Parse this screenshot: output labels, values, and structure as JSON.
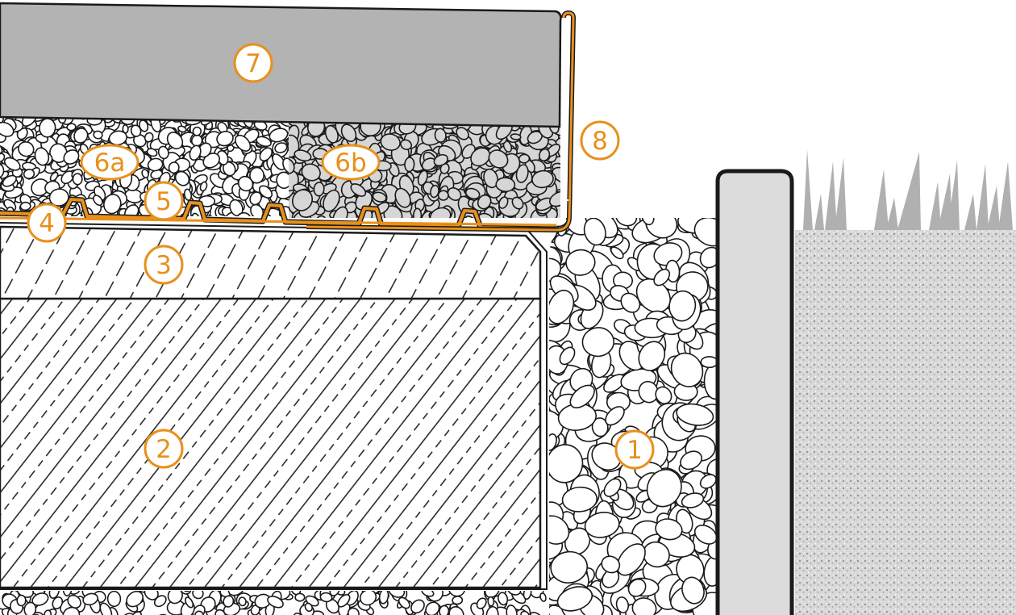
{
  "colors": {
    "accent": "#e8901c",
    "paver": "#b3b3b3",
    "gravel_light": "#ffffff",
    "gravel_dark": "#d6d6d6",
    "curb": "#dcdcdc",
    "soil": "#c8c8c8",
    "grass": "#b0b0b0",
    "line": "#1a1a1a"
  },
  "callouts": [
    {
      "id": "1",
      "label": "1",
      "shape": "circle"
    },
    {
      "id": "2",
      "label": "2",
      "shape": "circle"
    },
    {
      "id": "3",
      "label": "3",
      "shape": "circle"
    },
    {
      "id": "4",
      "label": "4",
      "shape": "circle"
    },
    {
      "id": "5",
      "label": "5",
      "shape": "circle"
    },
    {
      "id": "6a",
      "label": "6a",
      "shape": "ellipse"
    },
    {
      "id": "6b",
      "label": "6b",
      "shape": "ellipse"
    },
    {
      "id": "7",
      "label": "7",
      "shape": "circle"
    },
    {
      "id": "8",
      "label": "8",
      "shape": "circle"
    }
  ]
}
